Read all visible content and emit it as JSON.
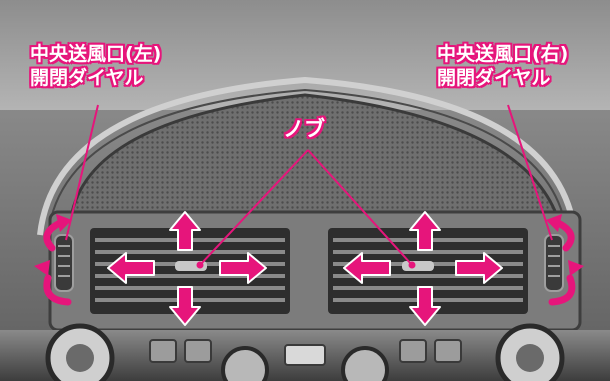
{
  "colors": {
    "accent": "#e6157b",
    "label_text": "#ffffff"
  },
  "labels": {
    "left_vent": {
      "line1": "中央送風口(左)",
      "line2": "開閉ダイヤル"
    },
    "right_vent": {
      "line1": "中央送風口(右)",
      "line2": "開閉ダイヤル"
    },
    "knob": "ノブ"
  },
  "icons": {
    "direction_arrows": [
      "up-arrow-icon",
      "down-arrow-icon",
      "left-arrow-icon",
      "right-arrow-icon"
    ],
    "dial_arrows": [
      "rotate-arrow-icon"
    ]
  }
}
